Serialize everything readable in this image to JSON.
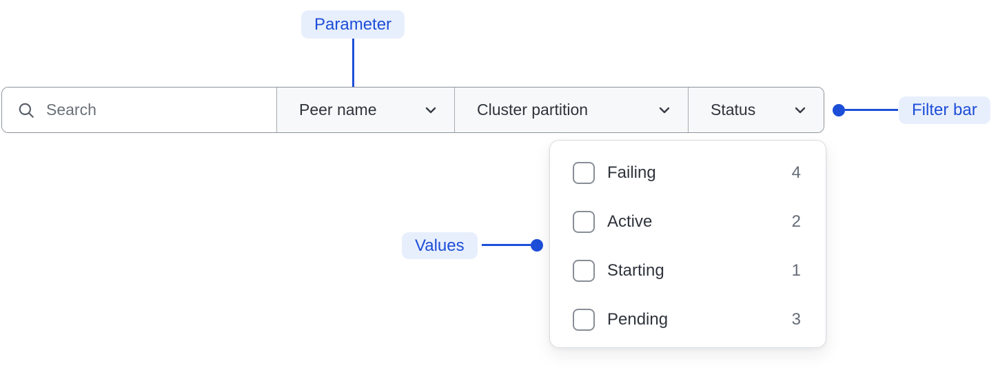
{
  "annotations": {
    "parameter_label": "Parameter",
    "filter_bar_label": "Filter bar",
    "values_label": "Values"
  },
  "filter_bar": {
    "search": {
      "placeholder": "Search",
      "value": ""
    },
    "dropdowns": [
      {
        "label": "Peer name"
      },
      {
        "label": "Cluster partition"
      },
      {
        "label": "Status"
      }
    ]
  },
  "status_dropdown": {
    "options": [
      {
        "label": "Failing",
        "count": "4",
        "checked": false
      },
      {
        "label": "Active",
        "count": "2",
        "checked": false
      },
      {
        "label": "Starting",
        "count": "1",
        "checked": false
      },
      {
        "label": "Pending",
        "count": "3",
        "checked": false
      }
    ]
  },
  "colors": {
    "annotation_blue": "#1d4ed8",
    "annotation_background": "#e8effc",
    "bar_border": "#8d939c",
    "section_background": "#f7f8f9",
    "text_dark": "#2e333b",
    "text_muted": "#646b76"
  }
}
